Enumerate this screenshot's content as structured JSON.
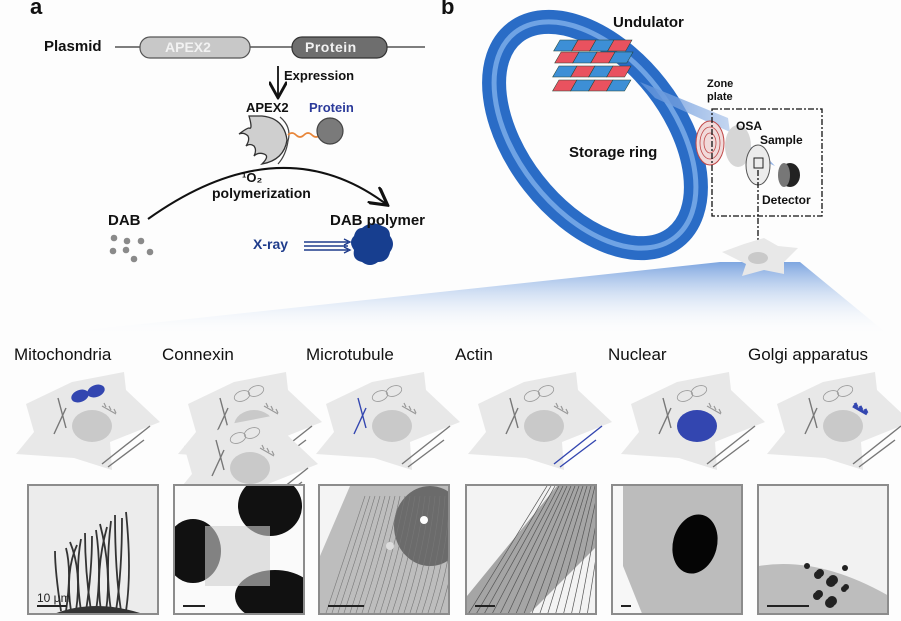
{
  "panel_a": {
    "letter": "a",
    "plasmid_label": "Plasmid",
    "plasmid_segments": [
      "APEX2",
      "Protein"
    ],
    "expression_label": "Expression",
    "fusion_enzyme_label": "APEX2",
    "fusion_protein_label": "Protein",
    "singlet_oxygen_label": "¹O₂",
    "polymerization_label": "polymerization",
    "substrate_label": "DAB",
    "product_label": "DAB polymer",
    "xray_label": "X-ray",
    "colors": {
      "protein_text": "#2b3a9a",
      "xray": "#1f3c8c",
      "dab_polymer": "#173e8f",
      "linker": "#e8863a"
    }
  },
  "panel_b": {
    "letter": "b",
    "undulator_label": "Undulator",
    "storage_ring_label": "Storage ring",
    "zone_plate_label": "Zone plate",
    "osa_label": "OSA",
    "sample_label": "Sample",
    "detector_label": "Detector",
    "colors": {
      "ring": "#2a6cc6",
      "ring_inner": "#5e9ae0",
      "magnet_red": "#e9525f",
      "magnet_blue": "#3d8fd6"
    }
  },
  "organelles": [
    {
      "label": "Mitochondria",
      "highlight": "mitochondria",
      "scale_bar": "10 μm"
    },
    {
      "label": "Connexin",
      "highlight": "connexin",
      "scale_bar": ""
    },
    {
      "label": "Microtubule",
      "highlight": "microtubule",
      "scale_bar": ""
    },
    {
      "label": "Actin",
      "highlight": "actin",
      "scale_bar": ""
    },
    {
      "label": "Nuclear",
      "highlight": "nucleus",
      "scale_bar": ""
    },
    {
      "label": "Golgi apparatus",
      "highlight": "golgi",
      "scale_bar": ""
    }
  ],
  "highlight_color": "#3346b0"
}
